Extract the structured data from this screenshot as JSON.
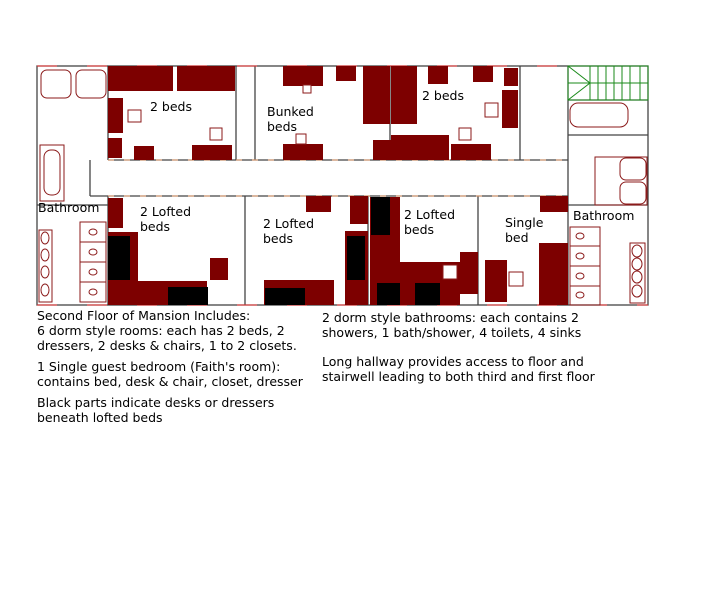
{
  "rooms": {
    "room_top_left": [
      "2 beds"
    ],
    "room_bunked": [
      "Bunked",
      "beds"
    ],
    "room_top_right": [
      "2 beds"
    ],
    "room_lofted_1": [
      "2 Lofted",
      "beds"
    ],
    "room_lofted_2": [
      "2 Lofted",
      "beds"
    ],
    "room_lofted_3": [
      "2 Lofted",
      "beds"
    ],
    "room_single": [
      "Single",
      "bed"
    ],
    "bathroom_left": "Bathroom",
    "bathroom_right": "Bathroom"
  },
  "notes": {
    "left": [
      "Second Floor of Mansion Includes:\n6 dorm style rooms: each has 2 beds, 2 dressers, 2 desks & chairs, 1 to 2 closets.",
      "1 Single guest bedroom (Faith's room): contains bed, desk & chair, closet, dresser",
      "Black parts indicate desks or dressers beneath lofted beds"
    ],
    "right": [
      "2 dorm style bathrooms: each contains 2 showers, 1 bath/shower, 4 toilets, 4 sinks",
      "Long hallway provides access to floor and stairwell leading to both third and first floor"
    ]
  },
  "colors": {
    "furniture": "#7d0000",
    "lofted_under": "#000000",
    "stairs": "#1a8a1a"
  }
}
